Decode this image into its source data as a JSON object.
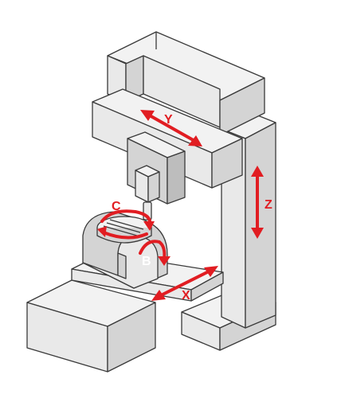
{
  "diagram": {
    "axes": {
      "x": {
        "label": "X"
      },
      "y": {
        "label": "Y"
      },
      "z": {
        "label": "Z"
      },
      "b": {
        "label": "B"
      },
      "c": {
        "label": "C"
      }
    },
    "colors": {
      "accent": "#e11d22",
      "outline": "#3a3a3a",
      "face_light": "#f2f2f2",
      "face_mid": "#e9e9e9",
      "face_shade": "#d4d4d4"
    }
  }
}
